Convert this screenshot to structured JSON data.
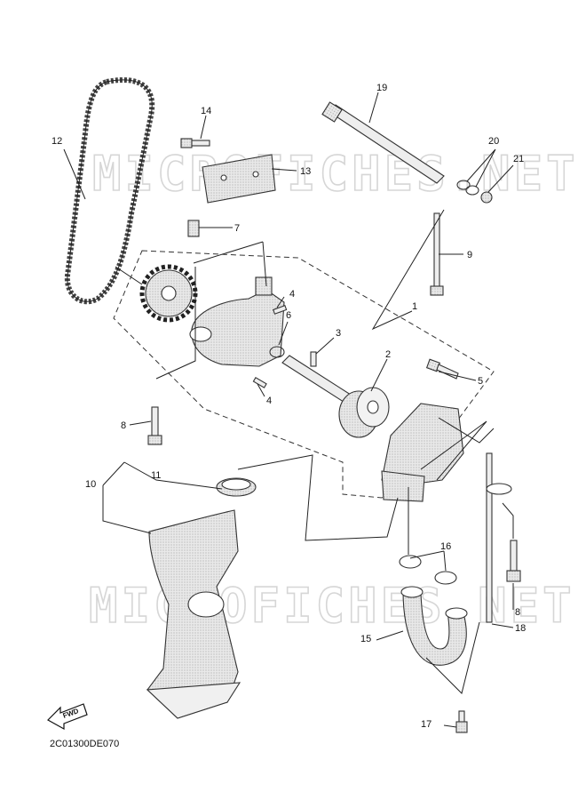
{
  "diagram": {
    "watermark": "MICROFICHES.NET",
    "drawing_code": "2C01300DE070",
    "fwd_label": "FWD",
    "callouts": [
      "1",
      "2",
      "3",
      "4",
      "4",
      "5",
      "6",
      "7",
      "8",
      "8",
      "9",
      "10",
      "11",
      "12",
      "13",
      "14",
      "15",
      "16",
      "17",
      "18",
      "19",
      "20",
      "21"
    ]
  }
}
